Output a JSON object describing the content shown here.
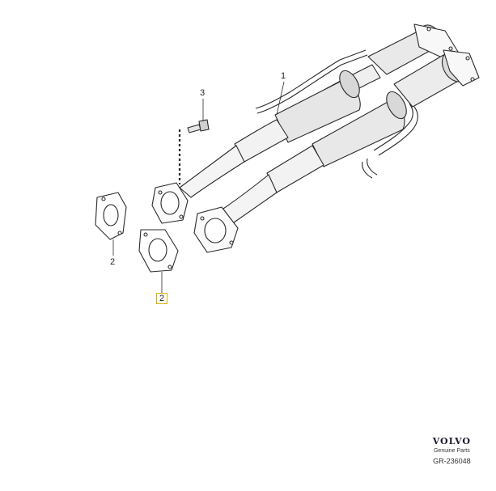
{
  "callouts": {
    "part_1": "1",
    "part_2_left": "2",
    "part_2_boxed": "2",
    "part_3": "3"
  },
  "brand": {
    "logo": "VOLVO",
    "tagline": "Genuine Parts",
    "code": "GR-236048"
  },
  "colors": {
    "line": "#2a2a2a",
    "shade": "#d6d6d6",
    "highlight_box": "#e0b000"
  }
}
